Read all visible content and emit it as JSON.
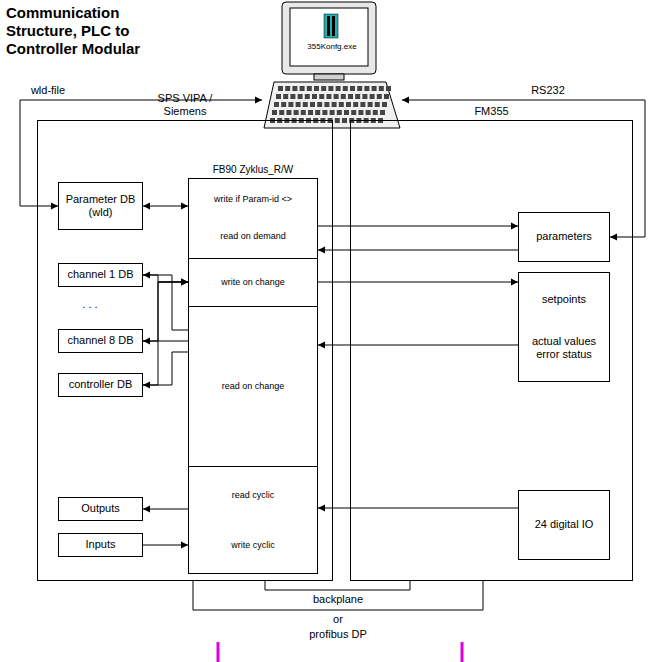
{
  "diagram": {
    "title": "Communication Structure, PLC to Controller Modular",
    "nodes": [
      {
        "text": [
          "355Konfg.exe"
        ]
      },
      {
        "text": [
          "SPS VIPA / Siemens"
        ]
      },
      {
        "text": [
          "FM355"
        ]
      },
      {
        "text": [
          "Parameter DB (wld)"
        ],
        "in": 1
      },
      {
        "text": [
          "FB90 Zyklus_R/W"
        ],
        "in": 1
      },
      {
        "text": [
          "write if Param-id <>",
          "read on demand"
        ],
        "in": 4
      },
      {
        "text": [
          "write on change"
        ],
        "in": 4
      },
      {
        "text": [
          "read on change"
        ],
        "in": 4
      },
      {
        "text": [
          "read cyclic",
          "write cyclic"
        ],
        "in": 4
      },
      {
        "text": [
          "channel 1 DB"
        ],
        "in": 1
      },
      {
        "text": [
          "channel 8 DB"
        ],
        "in": 1
      },
      {
        "text": [
          "controller DB"
        ],
        "in": 1
      },
      {
        "text": [
          "Outputs"
        ],
        "in": 1
      },
      {
        "text": [
          "Inputs"
        ],
        "in": 1
      },
      {
        "text": [
          "parameters"
        ],
        "in": 2
      },
      {
        "text": [
          "setpoints",
          "actual values error status"
        ],
        "in": 2
      },
      {
        "text": [
          "24 digital IO"
        ],
        "in": 2
      }
    ],
    "edges": [
      {
        "from": 0,
        "to": 3,
        "label": "wld-file",
        "arrow": "both"
      },
      {
        "from": 0,
        "to": 14,
        "label": "RS232",
        "arrow": "both"
      },
      {
        "from": 3,
        "to": 5,
        "arrow": "both"
      },
      {
        "from": 5,
        "to": 14,
        "arrow": "to"
      },
      {
        "from": 14,
        "to": 5,
        "arrow": "to"
      },
      {
        "from": 6,
        "to": 15,
        "arrow": "to"
      },
      {
        "from": 15,
        "to": 7,
        "arrow": "to"
      },
      {
        "from": 9,
        "to": 6,
        "arrow": "to"
      },
      {
        "from": 10,
        "to": 6,
        "arrow": "to"
      },
      {
        "from": 11,
        "to": 6,
        "arrow": "to"
      },
      {
        "from": 7,
        "to": 9,
        "arrow": "to"
      },
      {
        "from": 7,
        "to": 10,
        "arrow": "to"
      },
      {
        "from": 7,
        "to": 11,
        "arrow": "to"
      },
      {
        "from": 16,
        "to": 8,
        "arrow": "to"
      },
      {
        "from": 8,
        "to": 12,
        "arrow": "to"
      },
      {
        "from": 13,
        "to": 8,
        "arrow": "to"
      }
    ],
    "labels": [
      ". . .",
      "backplane",
      "or",
      "profibus DP"
    ]
  }
}
